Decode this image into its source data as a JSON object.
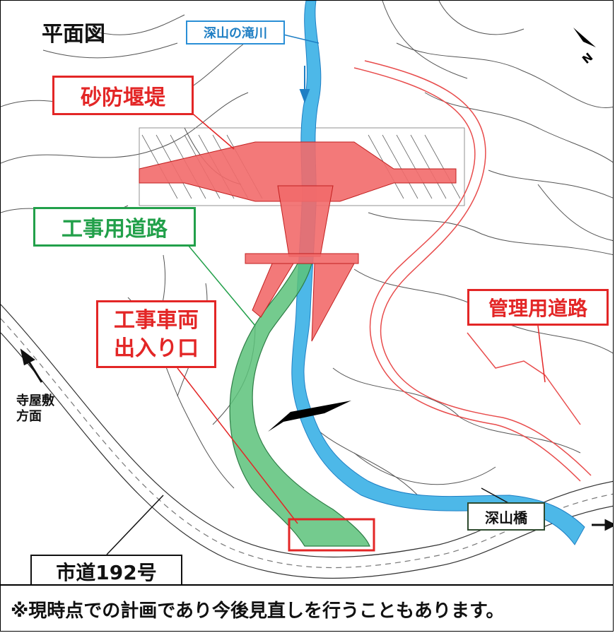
{
  "map": {
    "title": "平面図",
    "labels": {
      "river": "深山の滝川",
      "dam": "砂防堰堤",
      "construction_road": "工事用道路",
      "vehicle_entrance_line1": "工事車両",
      "vehicle_entrance_line2": "出入り口",
      "management_road": "管理用道路",
      "direction_line1": "寺屋敷",
      "direction_line2": "方面",
      "bridge": "深山橋",
      "city_road": "市道192号"
    },
    "compass": {
      "letter": "N",
      "icon": "north-arrow-icon"
    },
    "notice": "※現時点での計画であり今後見直しを行うこともあります。",
    "colors": {
      "river": "#4db8e8",
      "dam": "#f26a6a",
      "construction_road": "#5cc27a",
      "management_road": "#e84c4c",
      "label_red": "#e32626",
      "label_green": "#22a04a",
      "label_blue": "#1f7fc4"
    }
  }
}
